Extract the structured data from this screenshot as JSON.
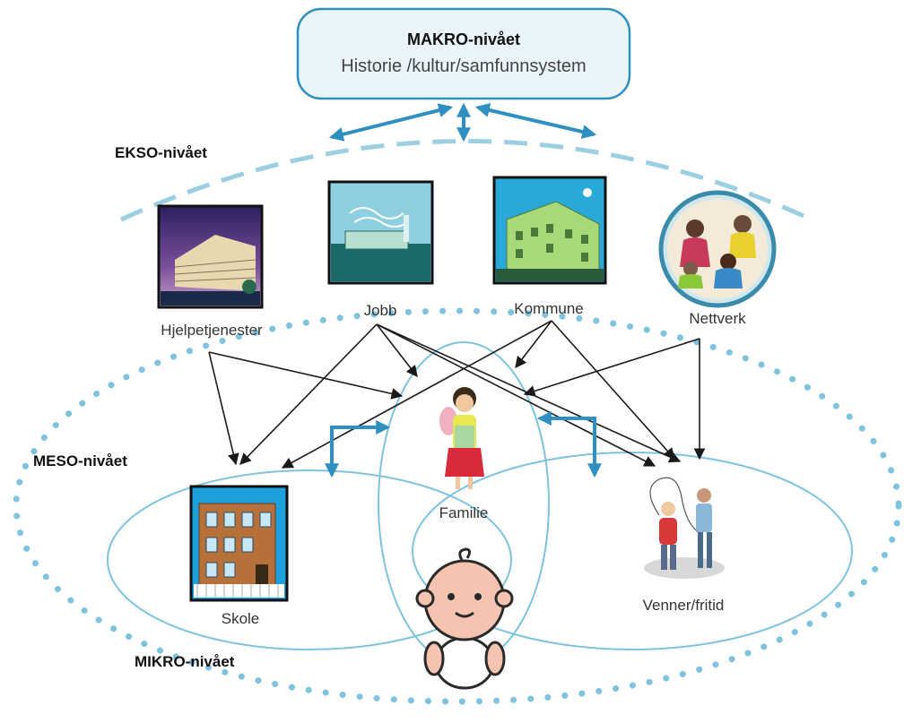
{
  "makro": {
    "title": "MAKRO-nivået",
    "subtitle": "Historie /kultur/samfunnsystem"
  },
  "levels": {
    "ekso": "EKSO-nivået",
    "meso": "MESO-nivået",
    "mikro": "MIKRO-nivået"
  },
  "nodes": {
    "hjelpetjenester": "Hjelpetjenester",
    "jobb": "Jobb",
    "kommune": "Kommune",
    "nettverk": "Nettverk",
    "familie": "Familie",
    "skole": "Skole",
    "venner": "Venner/fritid"
  },
  "colors": {
    "accent": "#2f8fc0",
    "ring": "#7fc3dc",
    "boxFill": "#e9f5fb",
    "arrow": "#1a1a1a"
  }
}
